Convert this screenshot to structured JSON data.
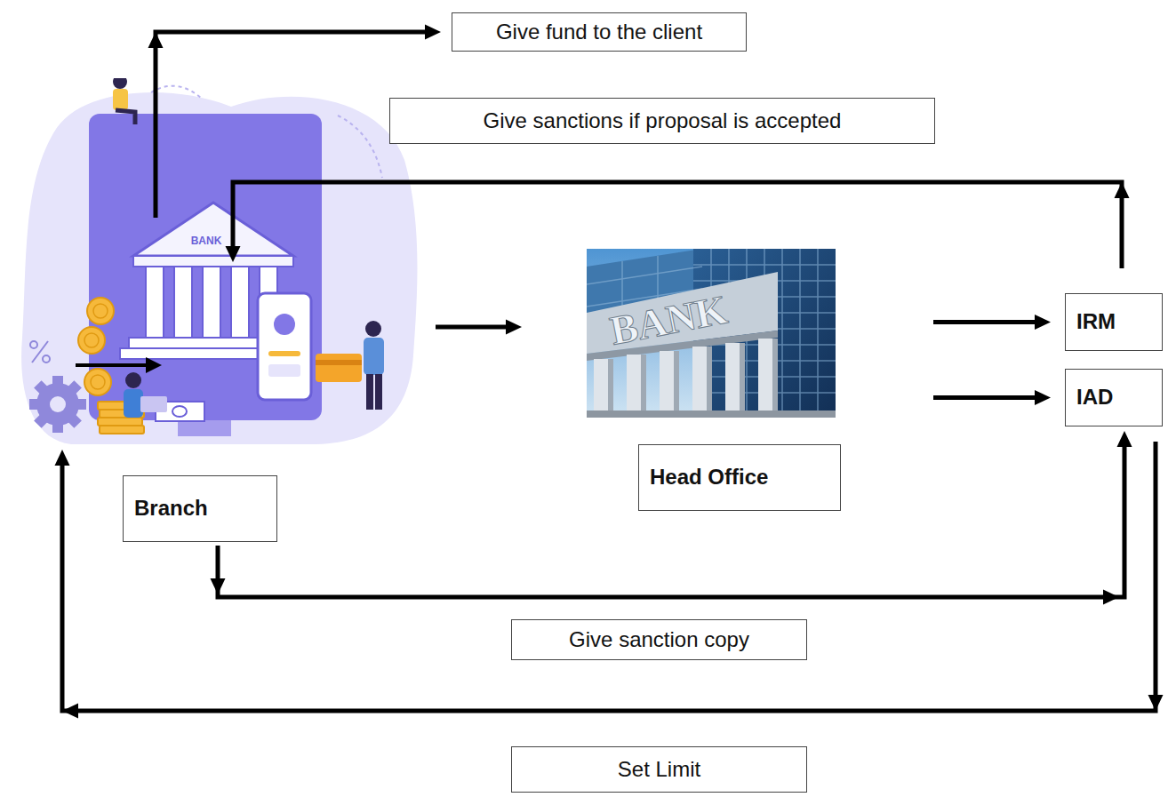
{
  "diagram": {
    "nodes": [
      {
        "text": [
          "Branch"
        ]
      },
      {
        "text": [
          "Head Office"
        ]
      },
      {
        "text": [
          "IRM"
        ]
      },
      {
        "text": [
          "IAD"
        ]
      },
      {
        "text": [
          "Give fund to the client"
        ]
      }
    ],
    "edges": [
      {
        "from": 0,
        "to": 1,
        "arrow": "to"
      },
      {
        "from": 1,
        "to": 2,
        "arrow": "to"
      },
      {
        "from": 1,
        "to": 3,
        "arrow": "to"
      },
      {
        "from": 2,
        "to": 0,
        "arrow": "to",
        "label": "Give sanctions if proposal is accepted"
      },
      {
        "from": 0,
        "to": 4,
        "arrow": "to"
      },
      {
        "from": 0,
        "to": 3,
        "arrow": "to",
        "label": "Give sanction copy"
      },
      {
        "from": 3,
        "to": 0,
        "arrow": "to",
        "label": "Set Limit"
      }
    ],
    "labels": [
      "BANK",
      "BANK"
    ]
  }
}
